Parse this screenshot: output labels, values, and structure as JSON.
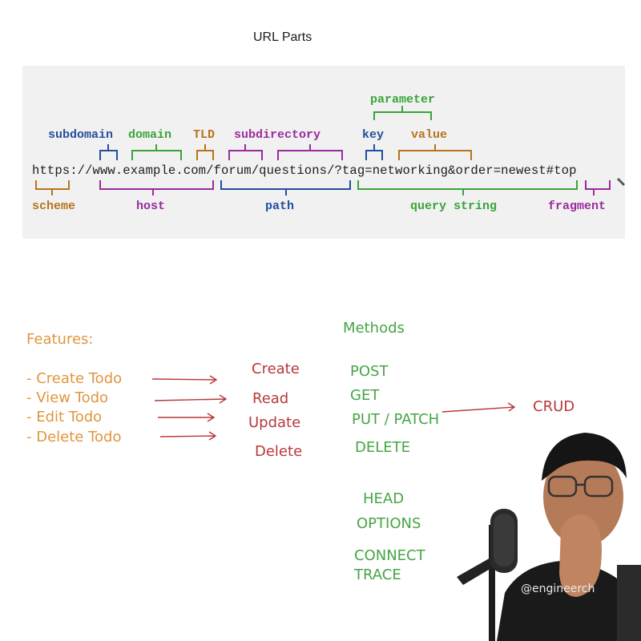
{
  "title": "URL Parts",
  "url": {
    "text": "https://www.example.com/forum/questions/?tag=networking&order=newest#top",
    "labels": {
      "parameter": "parameter",
      "subdomain": "subdomain",
      "domain": "domain",
      "tld": "TLD",
      "subdirectory": "subdirectory",
      "key": "key",
      "value": "value",
      "scheme": "scheme",
      "host": "host",
      "path": "path",
      "query_string": "query string",
      "fragment": "fragment"
    },
    "colors": {
      "green": "#3aa43a",
      "blue": "#234f9e",
      "purple": "#9a2c9e",
      "orange": "#b8731a",
      "panel": "#f1f1f1"
    }
  },
  "notes": {
    "features_heading": "Features:",
    "features": [
      "- Create Todo",
      "- View Todo",
      "- Edit Todo",
      "- Delete Todo"
    ],
    "crud_ops": [
      "Create",
      "Read",
      "Update",
      "Delete"
    ],
    "methods_heading": "Methods",
    "methods": [
      "POST",
      "GET",
      "PUT / PATCH",
      "DELETE",
      "HEAD",
      "OPTIONS",
      "CONNECT",
      "TRACE"
    ],
    "crud_label": "CRUD",
    "colors": {
      "features": "#e09640",
      "crud": "#b8383a",
      "methods": "#45a545"
    }
  },
  "overlay": {
    "shirt_text": "@engineerch"
  }
}
